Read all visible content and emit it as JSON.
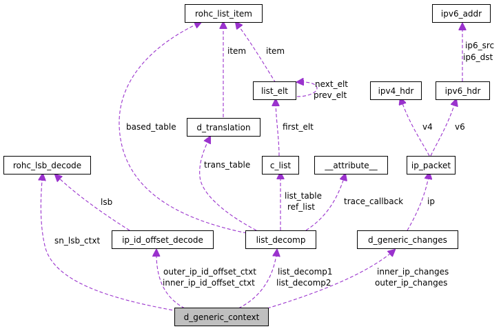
{
  "diagram": {
    "nodes": {
      "rohc_list_item": "rohc_list_item",
      "ipv6_addr": "ipv6_addr",
      "list_elt": "list_elt",
      "ipv4_hdr": "ipv4_hdr",
      "ipv6_hdr": "ipv6_hdr",
      "d_translation": "d_translation",
      "rohc_lsb_decode": "rohc_lsb_decode",
      "c_list": "c_list",
      "attribute": "__attribute__",
      "ip_packet": "ip_packet",
      "ip_id_offset_decode": "ip_id_offset_decode",
      "list_decomp": "list_decomp",
      "d_generic_changes": "d_generic_changes",
      "d_generic_context": "d_generic_context"
    },
    "edge_labels": {
      "item_translation": "item",
      "item_list_elt": "item",
      "next_elt": "next_elt",
      "prev_elt": "prev_elt",
      "ip6_src": "ip6_src",
      "ip6_dst": "ip6_dst",
      "based_table": "based_table",
      "first_elt": "first_elt",
      "v4": "v4",
      "v6": "v6",
      "trans_table": "trans_table",
      "list_table": "list_table",
      "ref_list": "ref_list",
      "trace_callback": "trace_callback",
      "ip": "ip",
      "lsb": "lsb",
      "sn_lsb_ctxt": "sn_lsb_ctxt",
      "outer_ip_id_offset_ctxt": "outer_ip_id_offset_ctxt",
      "inner_ip_id_offset_ctxt": "inner_ip_id_offset_ctxt",
      "list_decomp1": "list_decomp1",
      "list_decomp2": "list_decomp2",
      "inner_ip_changes": "inner_ip_changes",
      "outer_ip_changes": "outer_ip_changes"
    },
    "colors": {
      "edge": "#9a32cd",
      "highlight_fill": "#bfbfbf"
    }
  }
}
